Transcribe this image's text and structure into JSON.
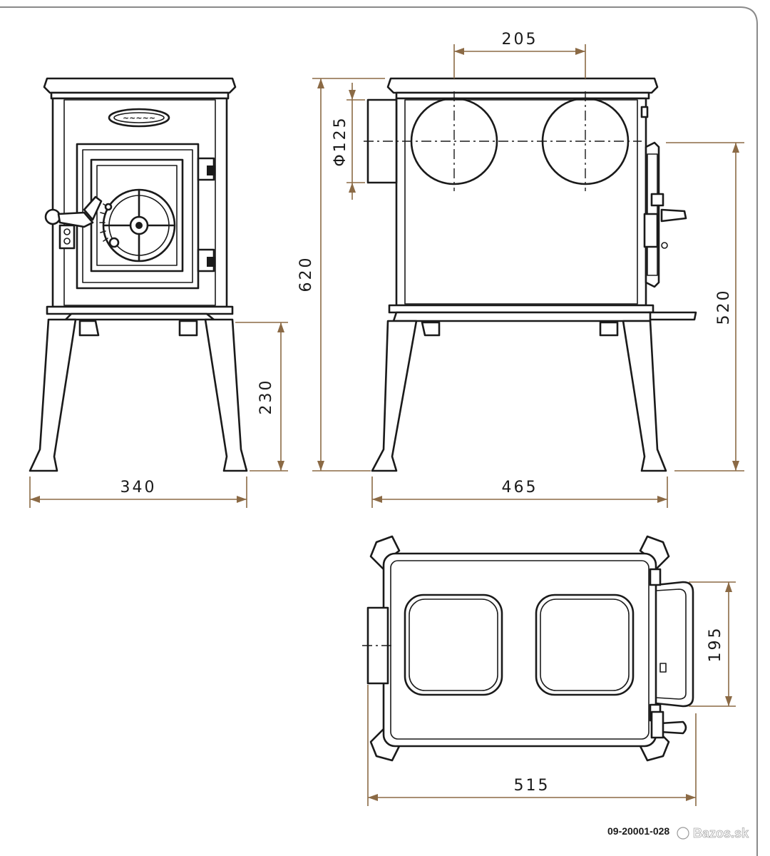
{
  "dimensions": {
    "front_width": "340",
    "leg_height": "230",
    "total_height": "620",
    "flue_diameter": "Φ125",
    "hob_spacing": "205",
    "side_depth": "465",
    "side_height": "520",
    "top_handle_width": "195",
    "top_depth": "515"
  },
  "drawing_code": "09-20001-028",
  "watermark": "Bazos.sk",
  "colors": {
    "line": "#1a1a1a",
    "dimension": "#8b6a45",
    "frame": "#8a8a8a"
  }
}
